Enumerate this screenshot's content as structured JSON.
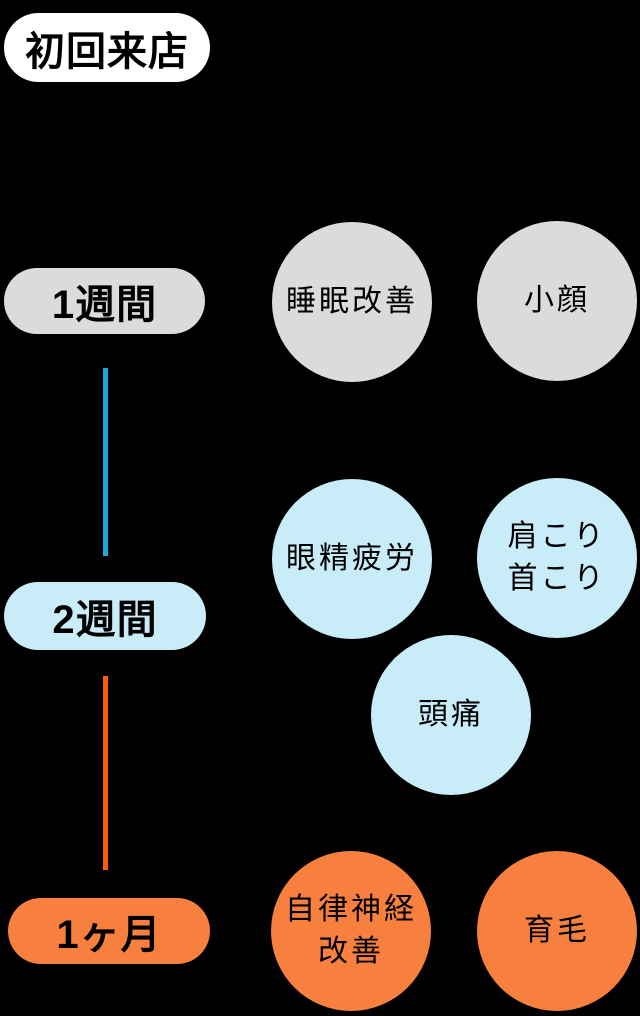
{
  "header": {
    "title": "初回来店"
  },
  "colors": {
    "background": "#000000",
    "title_pill": "#ffffff",
    "stage1_fill": "#dbdbdb",
    "stage2_fill": "#c9ecf9",
    "stage3_fill": "#f8803f",
    "connector1": "#20a8db",
    "connector2": "#fa5e05",
    "text": "#000000"
  },
  "stages": [
    {
      "label": "1週間"
    },
    {
      "label": "2週間"
    },
    {
      "label": "1ヶ月"
    }
  ],
  "connectors": [
    {
      "from": "1週間",
      "to": "2週間"
    },
    {
      "from": "2週間",
      "to": "1ヶ月"
    }
  ],
  "effects": [
    {
      "label": "睡眠改善",
      "stage": "1週間"
    },
    {
      "label": "小顔",
      "stage": "1週間"
    },
    {
      "label": "眼精疲労",
      "stage": "2週間"
    },
    {
      "label": "肩こり\n首こり",
      "stage": "2週間"
    },
    {
      "label": "頭痛",
      "stage": "2週間"
    },
    {
      "label": "自律神経\n改善",
      "stage": "1ヶ月"
    },
    {
      "label": "育毛",
      "stage": "1ヶ月"
    }
  ]
}
